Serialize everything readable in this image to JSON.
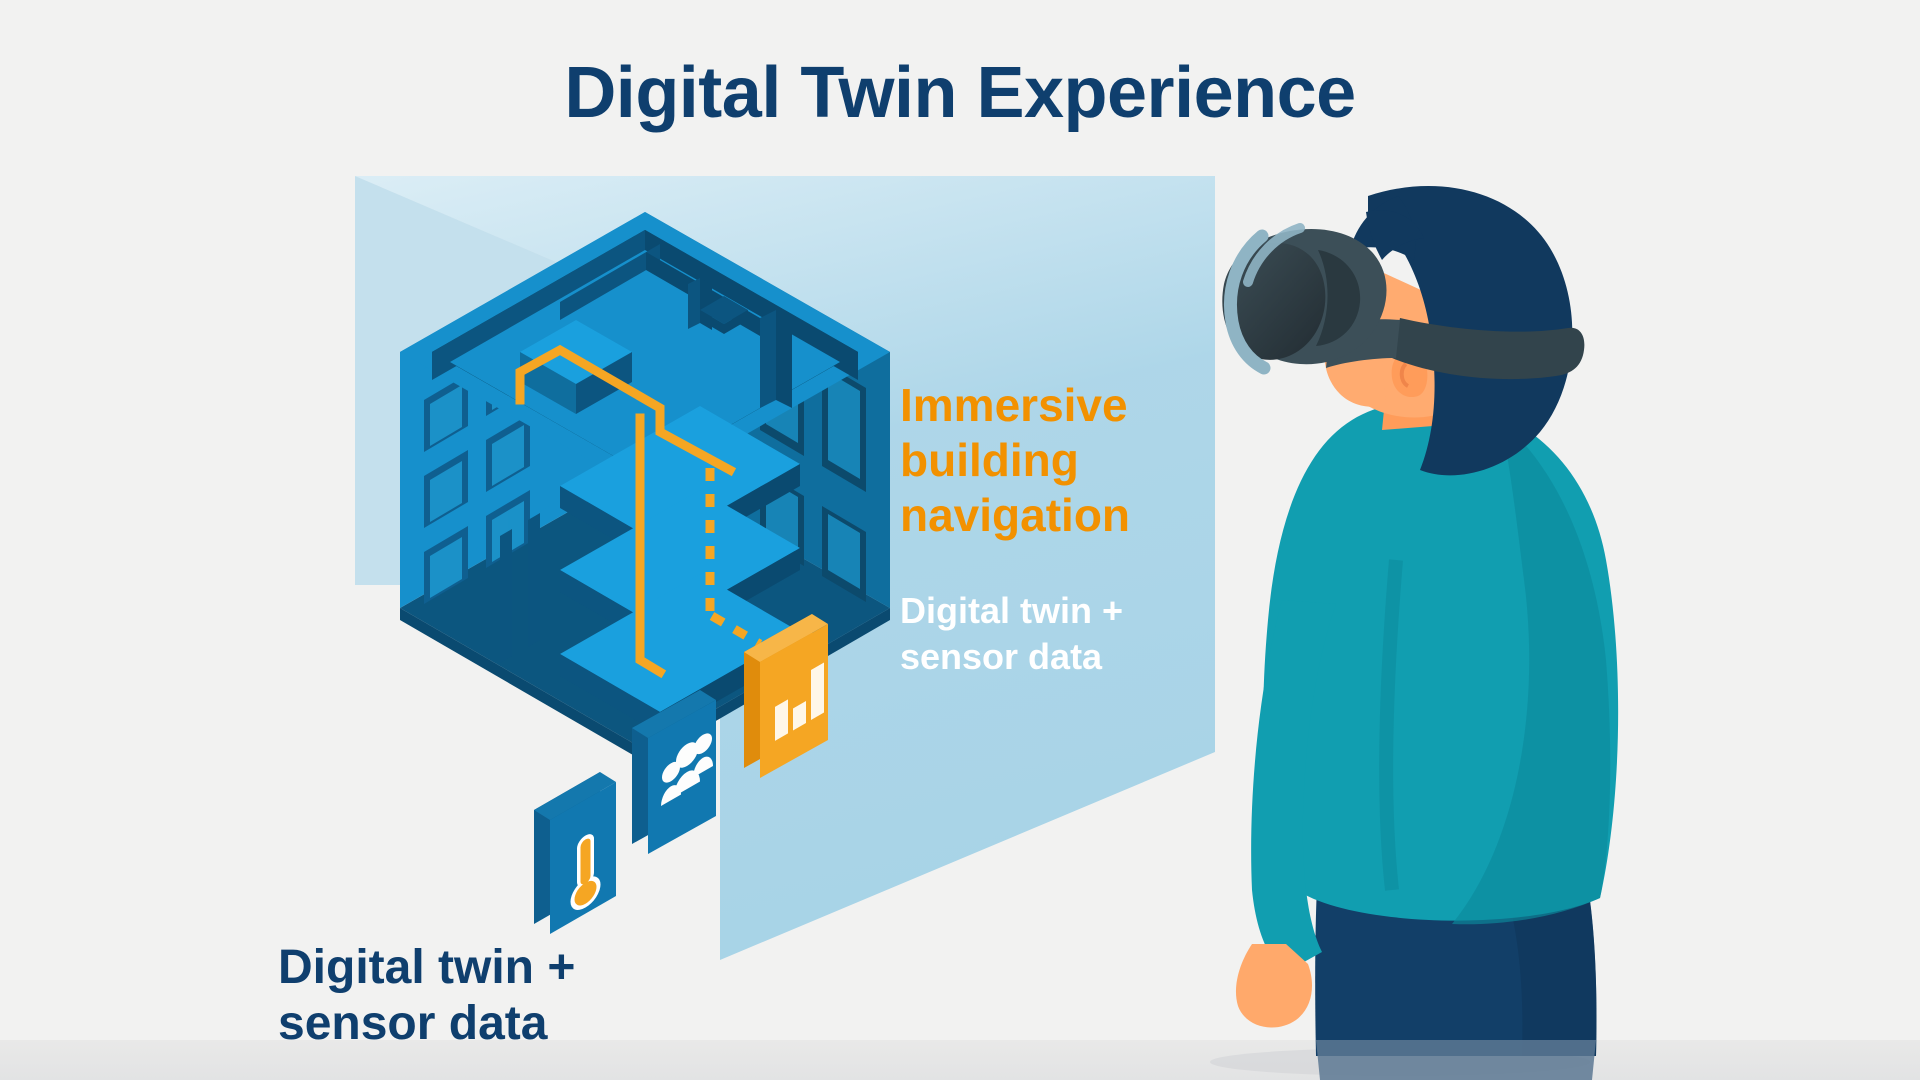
{
  "page": {
    "title": "Digital Twin Experience",
    "background_color": "#f2f2f1"
  },
  "hologram_panel": {
    "headline": "Immersive building navigation",
    "headline_color": "#f29100",
    "subline": "Digital twin + sensor data",
    "subline_color": "#ffffff",
    "panel_color": "#a8d4e8"
  },
  "caption": {
    "text": "Digital twin + sensor data",
    "color": "#0f3f6e"
  },
  "badges": [
    {
      "name": "thermometer",
      "icon": "thermometer-icon",
      "card_color": "#1178b0",
      "icon_color": "#f5a623"
    },
    {
      "name": "occupancy",
      "icon": "people-icon",
      "card_color": "#1178b0",
      "icon_color": "#ffffff"
    },
    {
      "name": "analytics",
      "icon": "bar-chart-icon",
      "card_color": "#f5a623",
      "icon_color": "#fff7e8"
    }
  ],
  "building": {
    "label": "isometric-building-cutaway",
    "primary_color": "#1690cc",
    "shade_color": "#0f5f90",
    "dark_color": "#0e4f78",
    "route_color": "#f5a623"
  },
  "person": {
    "label": "vr-user",
    "hair_color": "#11395e",
    "skin_color": "#ffa96b",
    "sweater_color": "#119eb0",
    "pants_color": "#123f68",
    "headset_color": "#32444c",
    "headset_trim_color": "#8fb4c4"
  },
  "colors": {
    "navy": "#0f3f6e",
    "orange": "#f29100",
    "blue": "#1690cc",
    "teal": "#119eb0",
    "light_panel": "#a8d4e8"
  }
}
